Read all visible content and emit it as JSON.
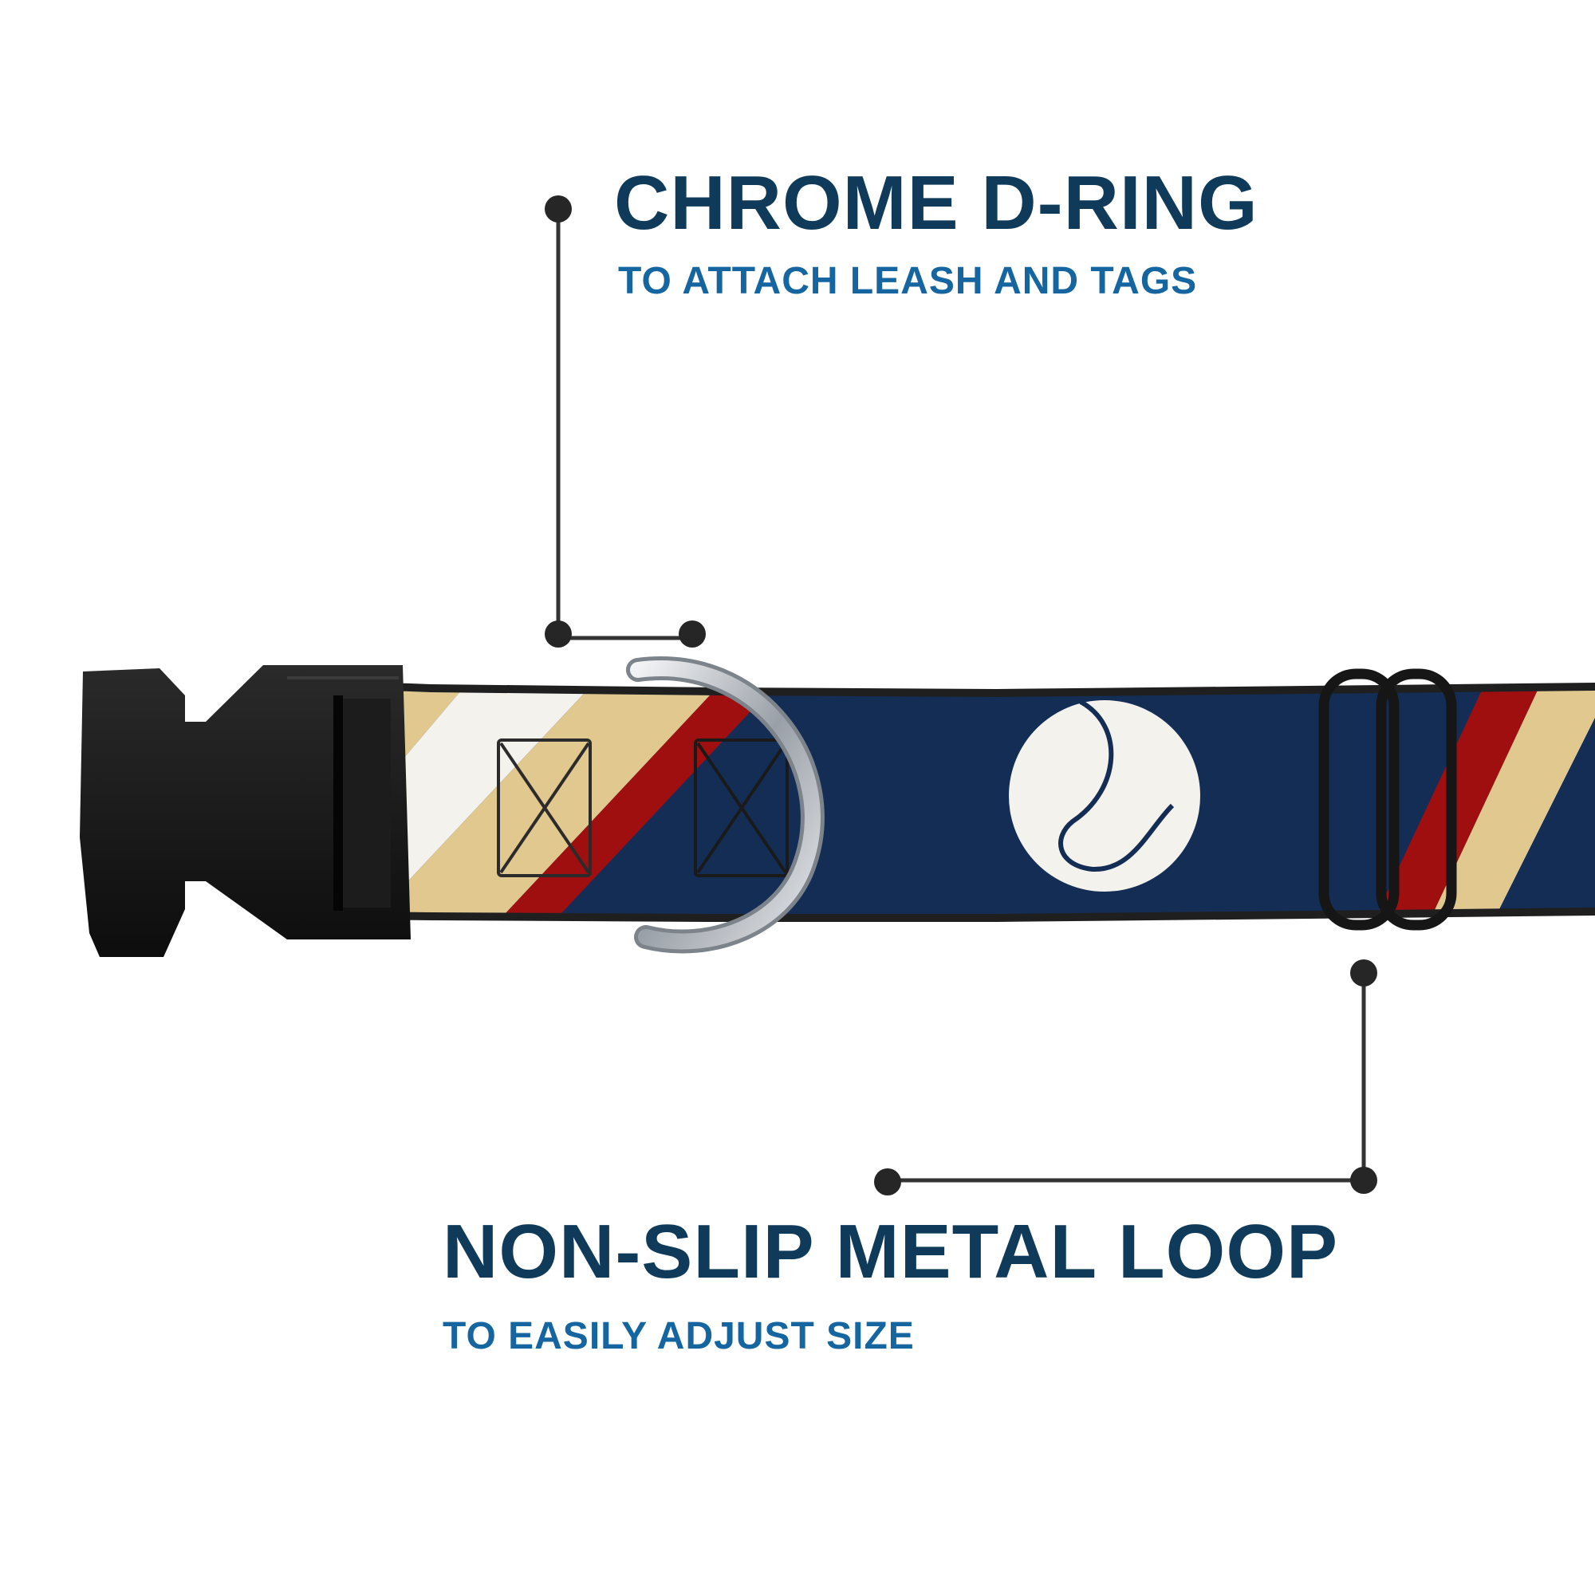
{
  "callouts": {
    "d_ring": {
      "title": "CHROME D-RING",
      "subtitle": "TO ATTACH LEASH AND TAGS"
    },
    "loop": {
      "title": "NON-SLIP METAL LOOP",
      "subtitle": "TO EASILY ADJUST SIZE"
    }
  },
  "colors": {
    "title": "#0f3a5a",
    "subtitle": "#1565a0",
    "leader": "#333333",
    "navy": "#142d55",
    "tan": "#e0c88e",
    "white_stripe": "#f4f2ec",
    "red": "#a00f10",
    "buckle": "#1b1b1b",
    "chrome": "#c9ccd1"
  },
  "icons": [
    "tennis-ball-icon"
  ]
}
